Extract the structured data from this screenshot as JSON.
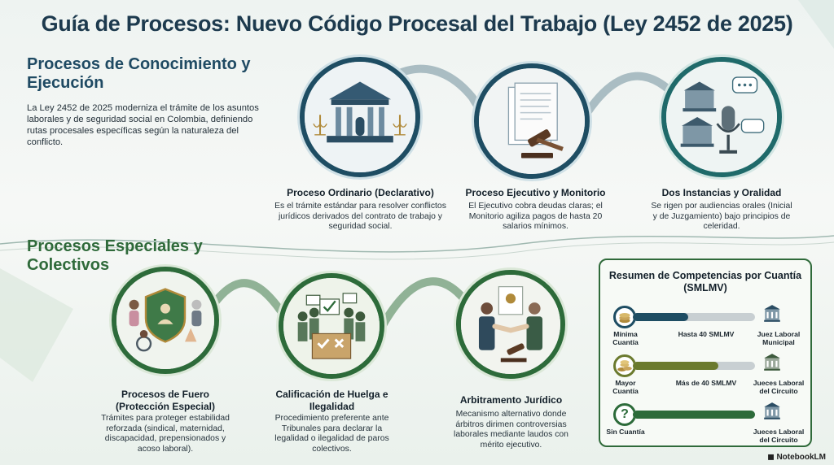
{
  "title": "Guía de Procesos: Nuevo Código Procesal del Trabajo (Ley 2452 de 2025)",
  "section1": {
    "heading": "Procesos de Conocimiento y Ejecución",
    "intro": "La Ley 2452 de 2025 moderniza el trámite de los asuntos laborales y de seguridad social en Colombia, definiendo rutas procesales específicas según la naturaleza del conflicto.",
    "items": [
      {
        "label": "Proceso Ordinario (Declarativo)",
        "desc": "Es el trámite estándar para resolver conflictos jurídicos derivados del contrato de trabajo y seguridad social.",
        "icon": "courthouse-icon"
      },
      {
        "label": "Proceso Ejecutivo y Monitorio",
        "desc": "El Ejecutivo cobra deudas claras; el Monitorio agiliza pagos de hasta 20 salarios mínimos.",
        "icon": "gavel-documents-icon"
      },
      {
        "label": "Dos Instancias y Oralidad",
        "desc": "Se rigen por audiencias orales (Inicial y de Juzgamiento) bajo principios de celeridad.",
        "icon": "microphone-courts-icon"
      }
    ]
  },
  "section2": {
    "heading": "Procesos Especiales y Colectivos",
    "items": [
      {
        "label": "Procesos de Fuero (Protección Especial)",
        "desc": "Trámites para proteger estabilidad reforzada (sindical, maternidad, discapacidad, prepensionados y acoso laboral).",
        "icon": "shield-people-icon"
      },
      {
        "label": "Calificación de Huelga e Ilegalidad",
        "desc": "Procedimiento preferente ante Tribunales para declarar la legalidad o ilegalidad de paros colectivos.",
        "icon": "strike-ballot-icon"
      },
      {
        "label": "Arbitramento Jurídico",
        "desc": "Mecanismo alternativo donde árbitros dirimen controversias laborales mediante laudos con mérito ejecutivo.",
        "icon": "handshake-icon"
      }
    ]
  },
  "panel": {
    "title": "Resumen de Competencias por Cuantía (SMLMV)",
    "rows": [
      {
        "left": "Mínima Cuantía",
        "middle": "Hasta 40 SMLMV",
        "right": "Juez Laboral Municipal",
        "fill": 0.45
      },
      {
        "left": "Mayor Cuantía",
        "middle": "Más de 40 SMLMV",
        "right": "Jueces Laboral del Circuito",
        "fill": 0.7
      },
      {
        "left": "Sin Cuantía",
        "middle": "",
        "right": "Jueces Laboral del Circuito",
        "fill": 1.0
      }
    ]
  },
  "brand": "NotebookLM",
  "colors": {
    "navy": "#1d3a4e",
    "teal": "#1f6a6a",
    "green": "#2d6b3a",
    "gold": "#b08a3a"
  }
}
